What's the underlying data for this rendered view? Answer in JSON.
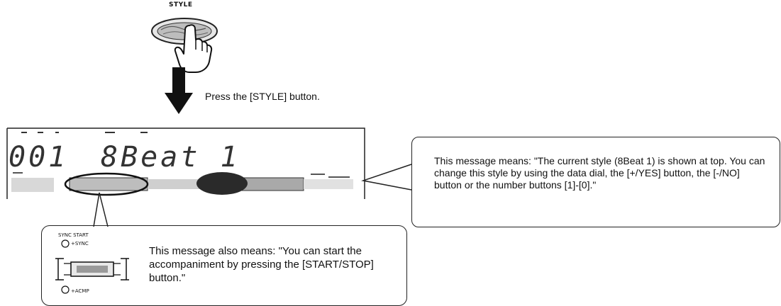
{
  "style_button": {
    "label": "STYLE"
  },
  "instruction": "Press the [STYLE] button.",
  "lcd": {
    "number": "001",
    "style_name": "8Beat 1"
  },
  "callout_right": {
    "text": "This message means: \"The current style (8Beat 1) is shown at top. You can change this style by using the data dial, the [+/YES] button, the [-/NO] button or the number buttons [1]-[0].\""
  },
  "callout_bottom": {
    "text": "This message also means: \"You can start the accompaniment by pressing the [START/STOP] button.\"",
    "sync_label_1": "SYNC START",
    "sync_label_2": "+SYNC",
    "acmp_label": "+ACMP"
  },
  "colors": {
    "ink": "#111111",
    "lcd_shade": "#8a8a8a"
  }
}
